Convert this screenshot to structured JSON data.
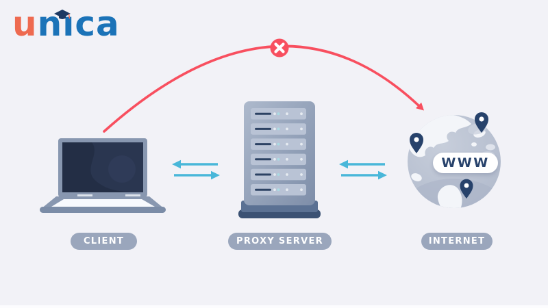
{
  "page": {
    "background_color": "#f2f2f7",
    "type": "proxy-server-concept-diagram"
  },
  "logo": {
    "text": "unica",
    "parts": {
      "u": "u",
      "n": "n",
      "i": "ı",
      "ca": "ca"
    },
    "colors": {
      "u": "#ee6a50",
      "rest": "#1b73b8",
      "cap": "#1c3963",
      "tassel": "#ee6a50"
    },
    "icon": "graduation-cap-icon"
  },
  "diagram": {
    "nodes": [
      {
        "id": "client",
        "label": "CLIENT",
        "icon": "laptop-icon"
      },
      {
        "id": "proxy",
        "label": "PROXY SERVER",
        "icon": "server-rack-icon"
      },
      {
        "id": "internet",
        "label": "INTERNET",
        "icon": "globe-icon",
        "badge": "WWW",
        "pin_count": 3
      }
    ],
    "connections": [
      {
        "from": "client",
        "to": "proxy",
        "type": "bidirectional-arrows",
        "color": "#49b7d9"
      },
      {
        "from": "proxy",
        "to": "internet",
        "type": "bidirectional-arrows",
        "color": "#49b7d9"
      },
      {
        "from": "client",
        "to": "internet",
        "type": "blocked-curved-arrow",
        "color": "#f84f5f",
        "blocked_icon": "x-circle-icon"
      }
    ],
    "colors": {
      "label_pill": "#9aa6bc",
      "label_text": "#ffffff",
      "navy": "#27426b",
      "device_gray_blue": "#8897b0",
      "server_slot": "#b9c3d5",
      "globe_base": "#bcc4d4",
      "blocked_red": "#f84f5f",
      "arrow_cyan": "#49b7d9",
      "www_text": "#27426b"
    }
  }
}
